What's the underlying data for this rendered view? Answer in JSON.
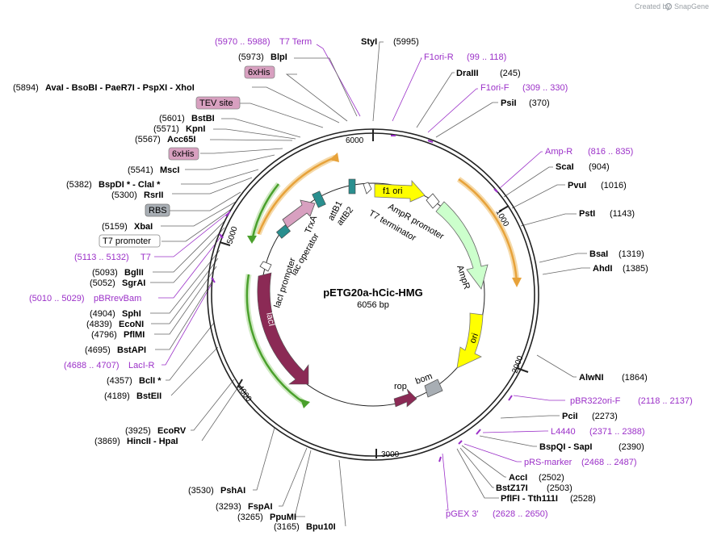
{
  "header": {
    "created_by": "Created by",
    "brand": "SnapGene"
  },
  "plasmid": {
    "name": "pETG20a-hCic-HMG",
    "size": "6056 bp"
  },
  "ticks": [
    "1000",
    "2000",
    "3000",
    "4000",
    "5000",
    "6000"
  ],
  "sites_left": [
    {
      "pos": "(5970 .. 5988)",
      "name": "T7 Term",
      "kind": "primer"
    },
    {
      "pos": "(5973)",
      "name": "BlpI",
      "kind": "enzyme"
    },
    {
      "name": "6xHis",
      "kind": "box"
    },
    {
      "pos": "(5894)",
      "name": "AvaI  - BsoBI  - PaeR7I  - PspXI  - XhoI",
      "kind": "enzyme"
    },
    {
      "name": "TEV site",
      "kind": "box"
    },
    {
      "pos": "(5601)",
      "name": "BstBI",
      "kind": "enzyme"
    },
    {
      "pos": "(5571)",
      "name": "KpnI",
      "kind": "enzyme"
    },
    {
      "pos": "(5567)",
      "name": "Acc65I",
      "kind": "enzyme"
    },
    {
      "name": "6xHis",
      "kind": "box"
    },
    {
      "pos": "(5541)",
      "name": "MscI",
      "kind": "enzyme"
    },
    {
      "pos": "(5382)",
      "name": "BspDI * - ClaI *",
      "kind": "enzyme"
    },
    {
      "pos": "(5300)",
      "name": "RsrII",
      "kind": "enzyme"
    },
    {
      "name": "RBS",
      "kind": "graybox"
    },
    {
      "pos": "(5159)",
      "name": "XbaI",
      "kind": "enzyme"
    },
    {
      "name": "T7 promoter",
      "kind": "whitebox"
    },
    {
      "pos": "(5113 .. 5132)",
      "name": "T7",
      "kind": "primer"
    },
    {
      "pos": "(5093)",
      "name": "BglII",
      "kind": "enzyme"
    },
    {
      "pos": "(5052)",
      "name": "SgrAI",
      "kind": "enzyme"
    },
    {
      "pos": "(5010 .. 5029)",
      "name": "pBRrevBam",
      "kind": "primer"
    },
    {
      "pos": "(4904)",
      "name": "SphI",
      "kind": "enzyme"
    },
    {
      "pos": "(4839)",
      "name": "EcoNI",
      "kind": "enzyme"
    },
    {
      "pos": "(4796)",
      "name": "PflMI",
      "kind": "enzyme"
    },
    {
      "pos": "(4695)",
      "name": "BstAPI",
      "kind": "enzyme"
    },
    {
      "pos": "(4688 .. 4707)",
      "name": "LacI-R",
      "kind": "primer"
    },
    {
      "pos": "(4357)",
      "name": "BclI *",
      "kind": "enzyme"
    },
    {
      "pos": "(4189)",
      "name": "BstEII",
      "kind": "enzyme"
    },
    {
      "pos": "(3925)",
      "name": "EcoRV",
      "kind": "enzyme"
    },
    {
      "pos": "(3869)",
      "name": "HincII  - HpaI",
      "kind": "enzyme"
    },
    {
      "pos": "(3530)",
      "name": "PshAI",
      "kind": "enzyme"
    },
    {
      "pos": "(3293)",
      "name": "FspAI",
      "kind": "enzyme"
    },
    {
      "pos": "(3265)",
      "name": "PpuMI",
      "kind": "enzyme"
    },
    {
      "pos": "(3165)",
      "name": "Bpu10I",
      "kind": "enzyme"
    }
  ],
  "sites_right": [
    {
      "name": "StyI",
      "pos": "(5995)",
      "kind": "enzyme"
    },
    {
      "name": "F1ori-R",
      "pos": "(99 .. 118)",
      "kind": "primer"
    },
    {
      "name": "DraIII",
      "pos": "(245)",
      "kind": "enzyme"
    },
    {
      "name": "F1ori-F",
      "pos": "(309 .. 330)",
      "kind": "primer"
    },
    {
      "name": "PsiI",
      "pos": "(370)",
      "kind": "enzyme"
    },
    {
      "name": "Amp-R",
      "pos": "(816 .. 835)",
      "kind": "primer"
    },
    {
      "name": "ScaI",
      "pos": "(904)",
      "kind": "enzyme"
    },
    {
      "name": "PvuI",
      "pos": "(1016)",
      "kind": "enzyme"
    },
    {
      "name": "PstI",
      "pos": "(1143)",
      "kind": "enzyme"
    },
    {
      "name": "BsaI",
      "pos": "(1319)",
      "kind": "enzyme"
    },
    {
      "name": "AhdI",
      "pos": "(1385)",
      "kind": "enzyme"
    },
    {
      "name": "AlwNI",
      "pos": "(1864)",
      "kind": "enzyme"
    },
    {
      "name": "pBR322ori-F",
      "pos": "(2118 .. 2137)",
      "kind": "primer"
    },
    {
      "name": "PciI",
      "pos": "(2273)",
      "kind": "enzyme"
    },
    {
      "name": "L4440",
      "pos": "(2371 .. 2388)",
      "kind": "primer"
    },
    {
      "name": "BspQI  - SapI",
      "pos": "(2390)",
      "kind": "enzyme"
    },
    {
      "name": "pRS-marker",
      "pos": "(2468 .. 2487)",
      "kind": "primer"
    },
    {
      "name": "AccI",
      "pos": "(2502)",
      "kind": "enzyme"
    },
    {
      "name": "BstZ17I",
      "pos": "(2503)",
      "kind": "enzyme"
    },
    {
      "name": "PflFI  - Tth111I",
      "pos": "(2528)",
      "kind": "enzyme"
    },
    {
      "name": "pGEX 3'",
      "pos": "(2628 .. 2650)",
      "kind": "primer"
    }
  ],
  "features": {
    "f1_ori": "f1 ori",
    "ampr_promoter": "AmpR promoter",
    "ampr": "AmpR",
    "ori": "ori",
    "rop": "rop",
    "bom": "bom",
    "laci": "lacI",
    "laci_promoter": "lacI promoter",
    "lac_operator": "lac operator",
    "trxa": "TrxA",
    "attb1": "attB1",
    "attb2": "attB2",
    "t7_terminator": "T7 terminator"
  },
  "colors": {
    "primer": "#9b30c8",
    "amp_arrow": "#e7a23a",
    "laci_arrow": "#4aa02c",
    "f1_ori": "#ffff00",
    "ampr": "#ccffcc",
    "laci": "#8b2a55",
    "trxa": "#d8a0c0",
    "bom": "#a8aeb4"
  }
}
